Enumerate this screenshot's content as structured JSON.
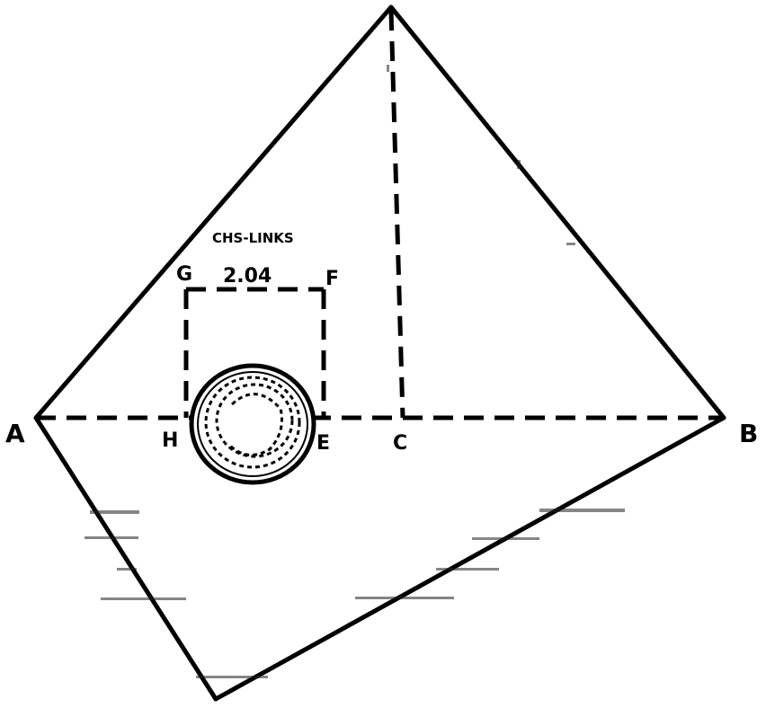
{
  "labels": {
    "A": "A",
    "B": "B",
    "C": "C",
    "E": "E",
    "F": "F",
    "G": "G",
    "H": "H",
    "dimension": "2.04",
    "annotation": "CHS-LINKS"
  },
  "colors": {
    "ink": "#000000",
    "background": "#ffffff"
  }
}
